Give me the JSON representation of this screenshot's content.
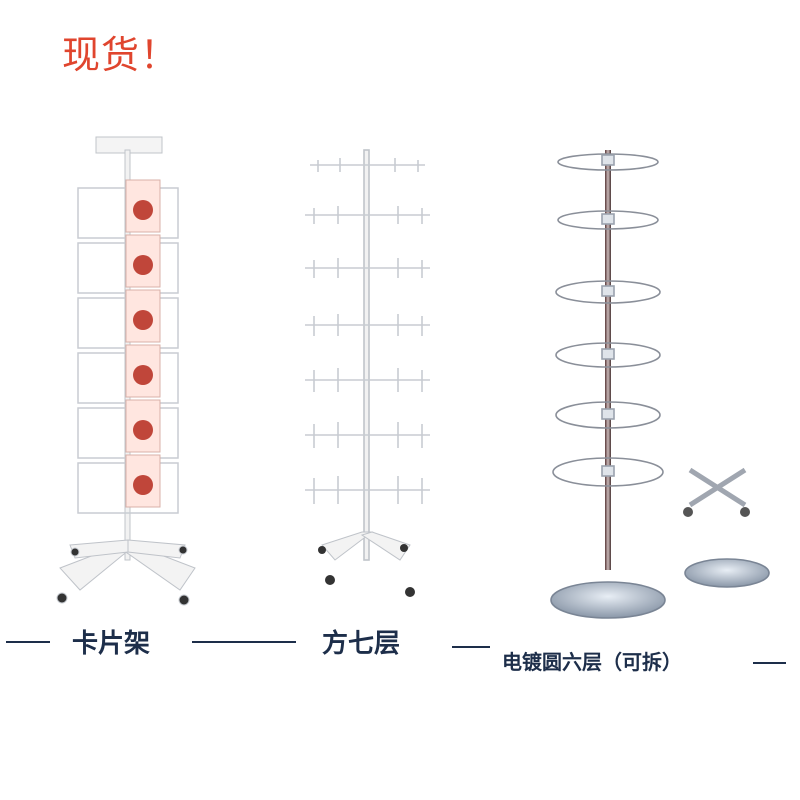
{
  "headline": "现货！",
  "products": [
    {
      "label": "卡片架"
    },
    {
      "label": "方七层"
    },
    {
      "label": "电镀圆六层（可拆）"
    }
  ]
}
